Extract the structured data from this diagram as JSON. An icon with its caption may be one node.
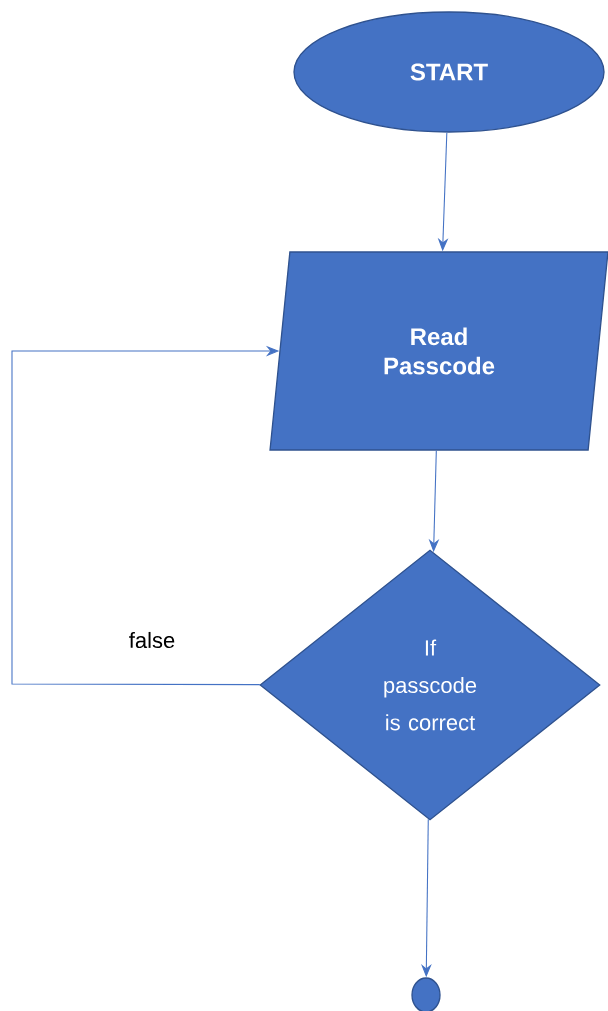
{
  "diagram": {
    "nodes": [
      {
        "text": [
          "START"
        ]
      },
      {
        "text": [
          "Read Passcode"
        ]
      },
      {
        "text": [
          "If passcode is correct"
        ]
      },
      {
        "text": [],
        "shape": "circle"
      }
    ],
    "edges": [
      {
        "from": 0,
        "to": 1,
        "arrow": "to"
      },
      {
        "from": 1,
        "to": 2,
        "arrow": "to"
      },
      {
        "from": 2,
        "to": 1,
        "arrow": "to",
        "label": "false"
      },
      {
        "from": 2,
        "to": 3,
        "arrow": "to"
      }
    ]
  }
}
